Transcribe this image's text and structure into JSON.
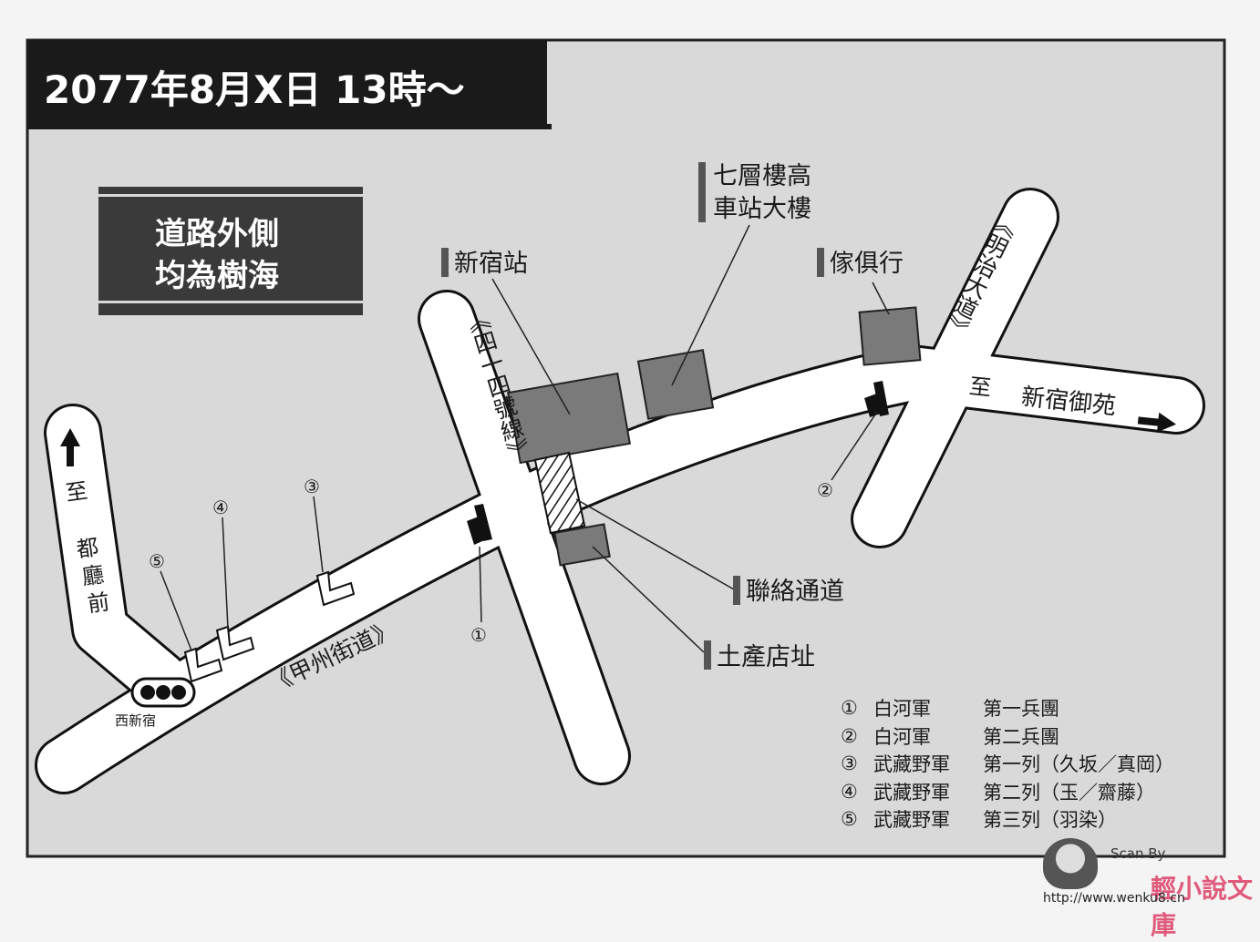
{
  "header": {
    "date_label": "2077年8月X日 13時～"
  },
  "notice": {
    "line1": "道路外側",
    "line2": "均為樹海"
  },
  "roads": {
    "koshu_kaido": "《甲州街道》",
    "route_414": "《四一四號線》",
    "meiji_dori": "《明治大道》",
    "to_tocho_mae": [
      "至",
      "都",
      "廳",
      "前"
    ],
    "to_shinjuku_gyoen": {
      "prefix": "至",
      "name": "新宿御苑"
    }
  },
  "places": {
    "nishi_shinjuku": "西新宿",
    "shinjuku_station": "新宿站",
    "station_building": [
      "七層樓高",
      "車站大樓"
    ],
    "furniture_store": "傢俱行",
    "connecting_passage": "聯絡通道",
    "souvenir_shop_site": "土產店址"
  },
  "unit_markers": [
    "①",
    "②",
    "③",
    "④",
    "⑤"
  ],
  "legend": [
    {
      "num": "①",
      "army": "白河軍",
      "unit": "第一兵團"
    },
    {
      "num": "②",
      "army": "白河軍",
      "unit": "第二兵團"
    },
    {
      "num": "③",
      "army": "武藏野軍",
      "unit": "第一列（久坂／真岡）"
    },
    {
      "num": "④",
      "army": "武藏野軍",
      "unit": "第二列（玉／齋藤）"
    },
    {
      "num": "⑤",
      "army": "武藏野軍",
      "unit": "第三列（羽染）"
    }
  ],
  "credit": {
    "scan_by": "Scan By",
    "site": "輕小說文庫",
    "url": "http://www.wenku8.cn"
  },
  "colors": {
    "map_bg": "#d9d9d9",
    "road": "#ffffff",
    "building": "#7a7a7a",
    "header_bg": "#1a1a1a"
  }
}
